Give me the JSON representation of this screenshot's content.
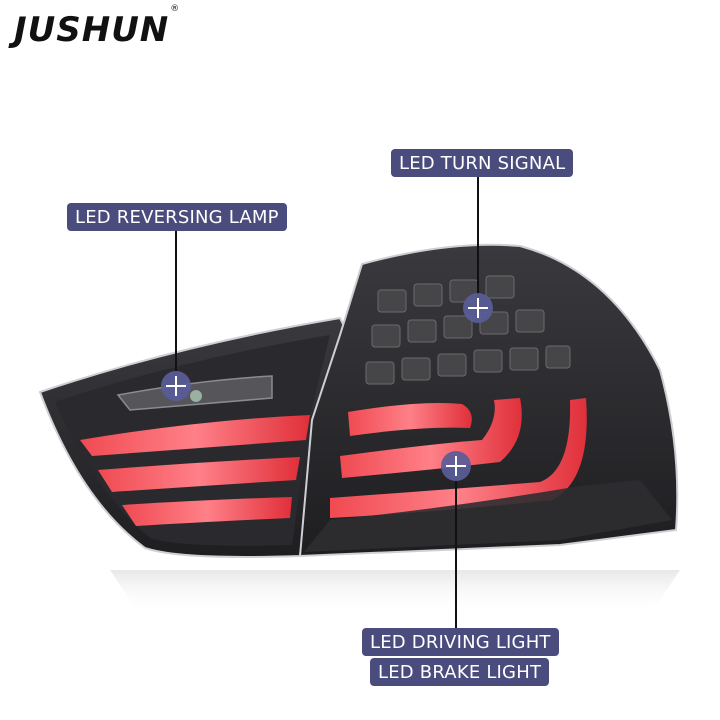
{
  "brand": {
    "name": "JUSHUN",
    "registered_mark": "®"
  },
  "callouts": {
    "reversing": "LED REVERSING LAMP",
    "turn": "LED TURN SIGNAL",
    "driving": "LED DRIVING LIGHT",
    "brake": "LED BRAKE LIGHT"
  },
  "colors": {
    "label_bg": "#4a4c7d",
    "lens_red": "#e0303a",
    "housing": "#2b2b2d",
    "marker": "#5a5c99"
  }
}
